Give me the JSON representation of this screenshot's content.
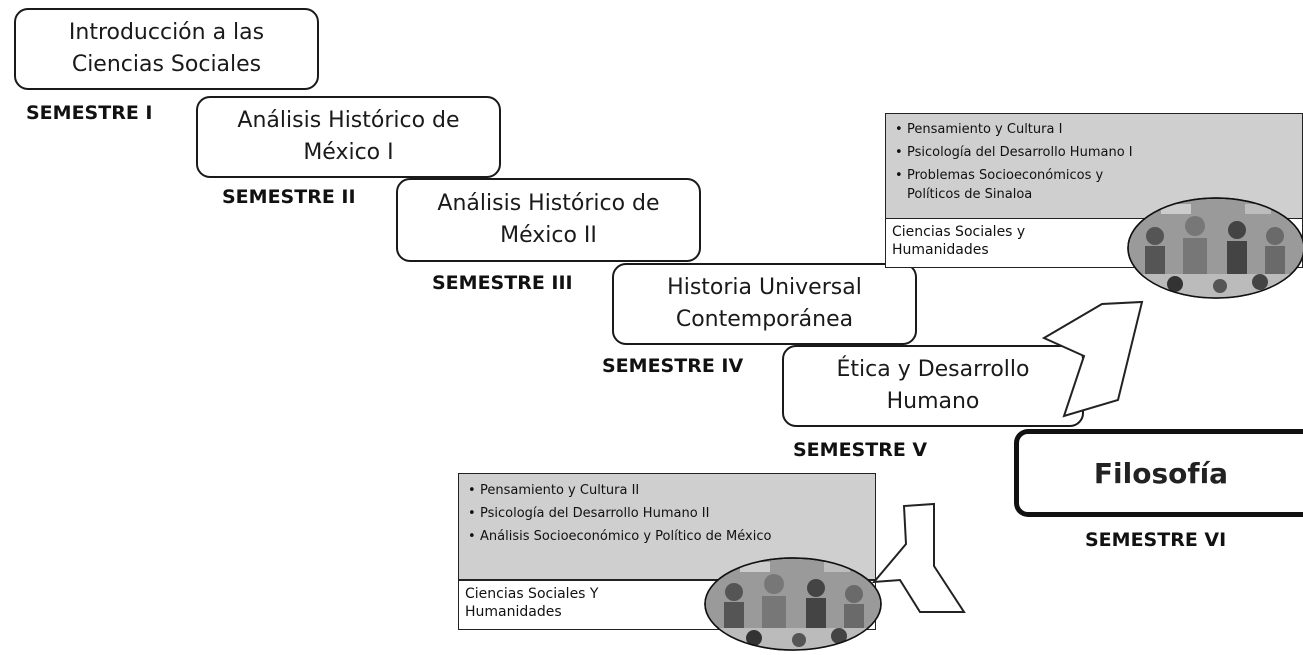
{
  "courses": [
    {
      "lines": [
        "Introducción a las",
        "Ciencias Sociales"
      ]
    },
    {
      "lines": [
        "Análisis Histórico de",
        "México I"
      ]
    },
    {
      "lines": [
        "Análisis Histórico de",
        "México II"
      ]
    },
    {
      "lines": [
        "Historia Universal",
        "Contemporánea"
      ]
    },
    {
      "lines": [
        "Ética y Desarrollo",
        "Humano"
      ]
    }
  ],
  "final_course": "Filosofía",
  "semesters": [
    "SEMESTRE I",
    "SEMESTRE II",
    "SEMESTRE III",
    "SEMESTRE IV",
    "SEMESTRE V",
    "SEMESTRE VI"
  ],
  "panel_upper": {
    "items": [
      "Pensamiento y Cultura I",
      "Psicología del Desarrollo Humano I",
      "Problemas Socioeconómicos y Políticos de Sinaloa"
    ],
    "area_lines": [
      "Ciencias Sociales y",
      "Humanidades"
    ]
  },
  "panel_lower": {
    "items": [
      "Pensamiento y Cultura II",
      "Psicología del Desarrollo Humano II",
      "Análisis Socioeconómico y Político de México"
    ],
    "area_lines": [
      "Ciencias Sociales Y",
      "Humanidades"
    ]
  },
  "bullet": "•",
  "colors": {
    "panel_fill": "#cfcfcf",
    "border": "#1a1a1a",
    "arrow_fill": "#ffffff"
  }
}
